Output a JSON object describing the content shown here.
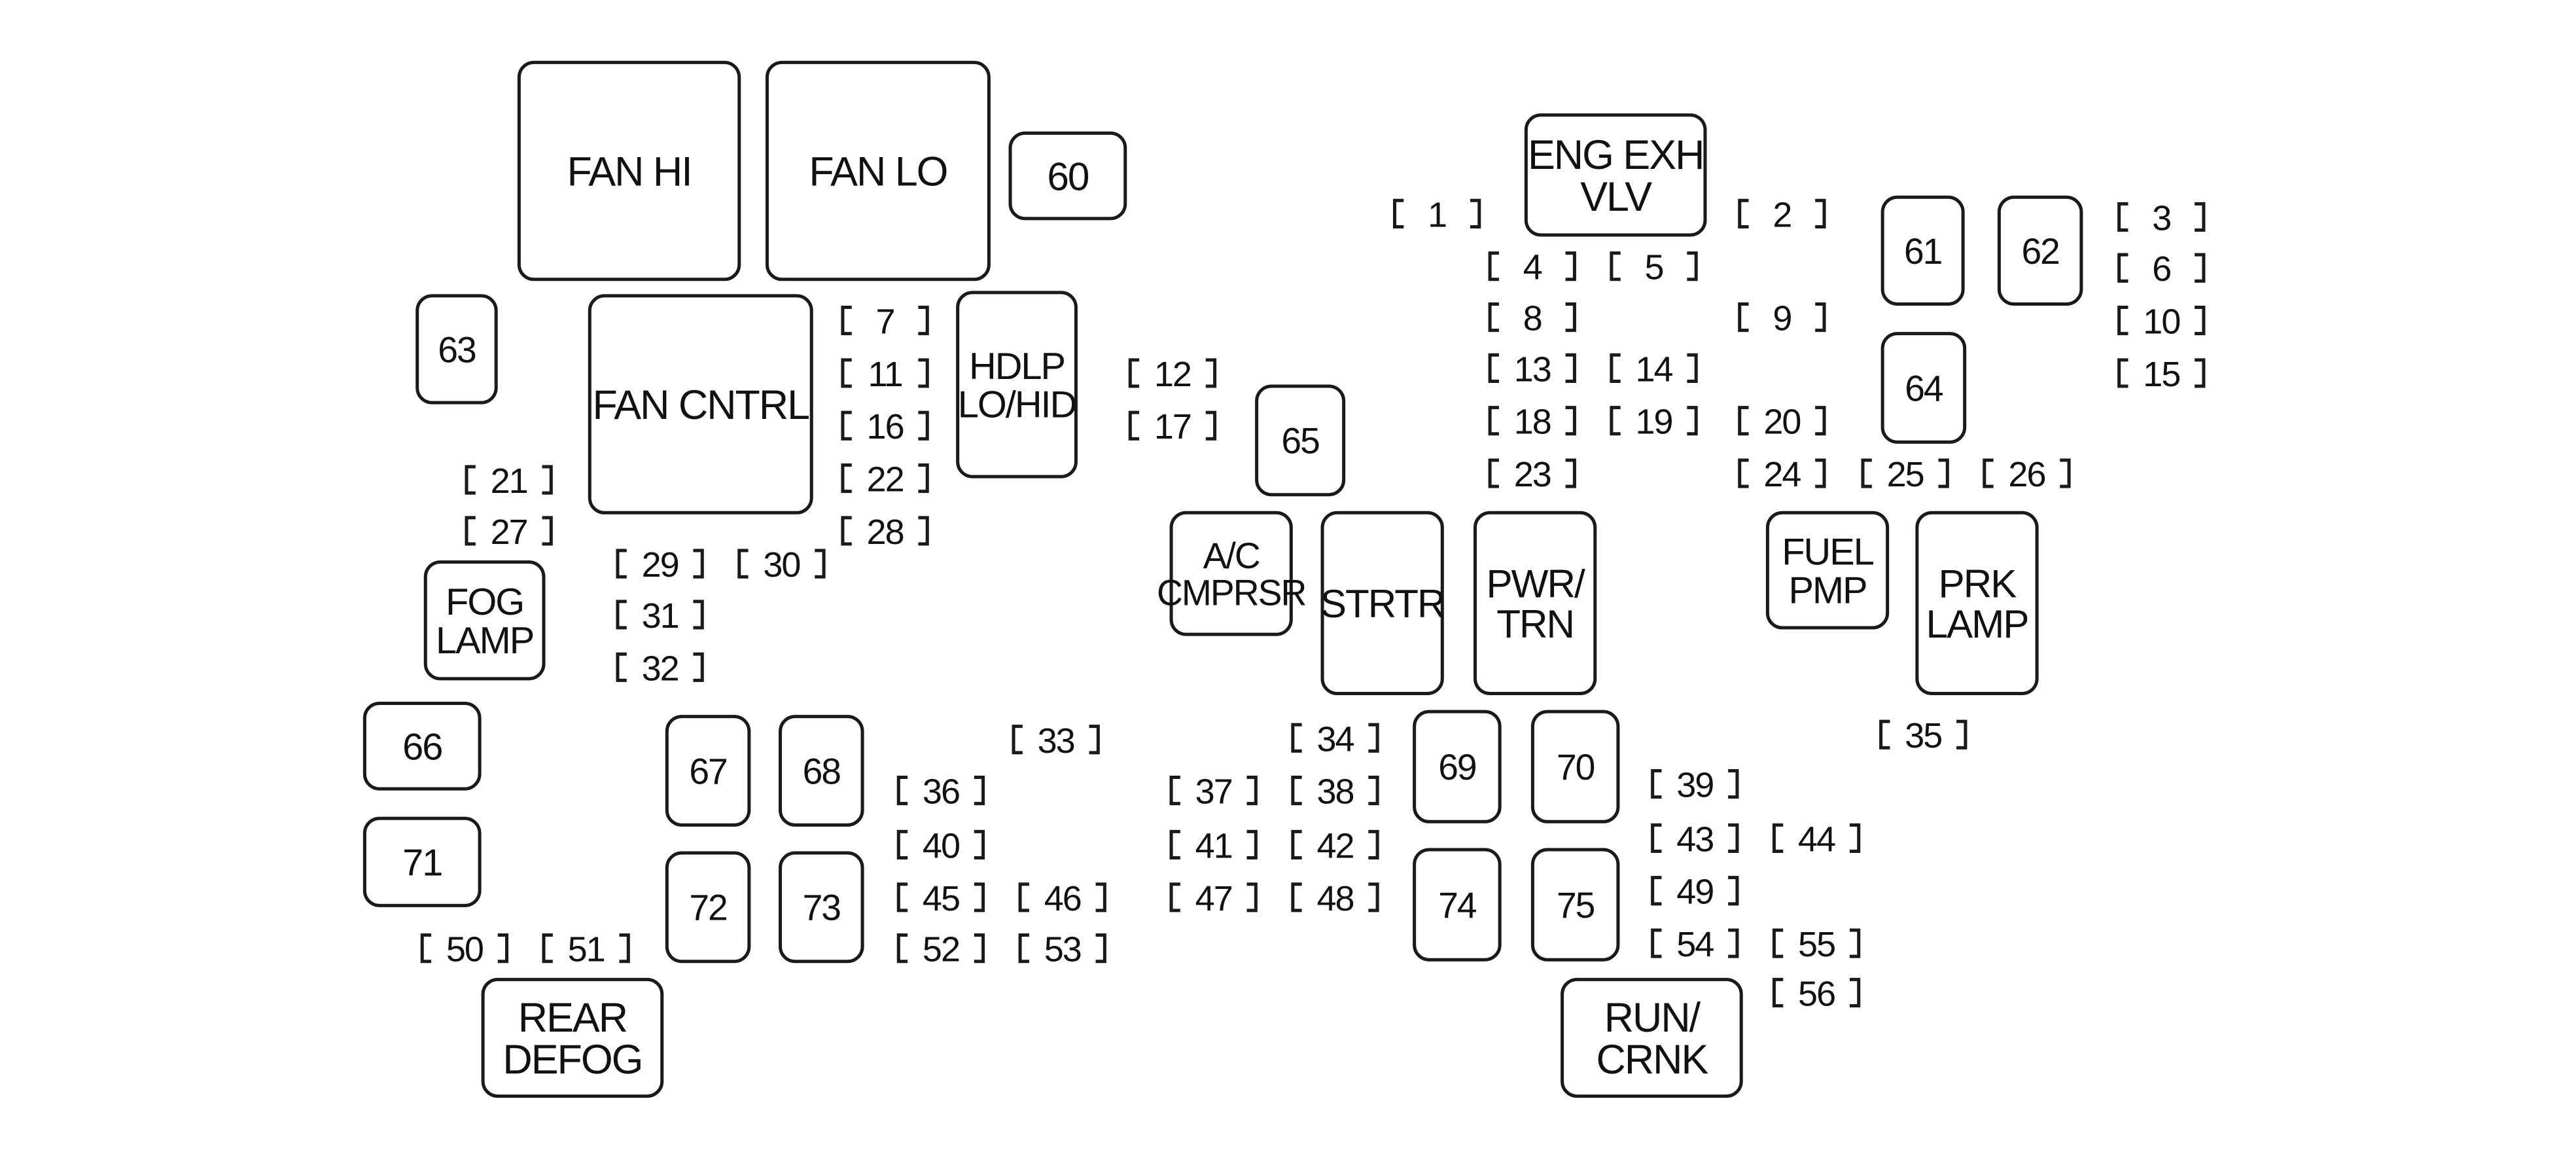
{
  "relays": [
    {
      "id": "fan-hi",
      "lines": [
        "FAN HI"
      ]
    },
    {
      "id": "fan-lo",
      "lines": [
        "FAN LO"
      ]
    },
    {
      "id": "r60",
      "lines": [
        "60"
      ]
    },
    {
      "id": "eng-exh-vlv",
      "lines": [
        "ENG EXH",
        "VLV"
      ]
    },
    {
      "id": "r61",
      "lines": [
        "61"
      ]
    },
    {
      "id": "r62",
      "lines": [
        "62"
      ]
    },
    {
      "id": "r63",
      "lines": [
        "63"
      ]
    },
    {
      "id": "fan-cntrl",
      "lines": [
        "FAN CNTRL"
      ]
    },
    {
      "id": "hdlp-lo-hid",
      "lines": [
        "HDLP",
        "LO/HID"
      ]
    },
    {
      "id": "r64",
      "lines": [
        "64"
      ]
    },
    {
      "id": "r65",
      "lines": [
        "65"
      ]
    },
    {
      "id": "fog-lamp",
      "lines": [
        "FOG",
        "LAMP"
      ]
    },
    {
      "id": "ac-cmprsr",
      "lines": [
        "A/C",
        "CMPRSR"
      ]
    },
    {
      "id": "strtr",
      "lines": [
        "STRTR"
      ]
    },
    {
      "id": "pwr-trn",
      "lines": [
        "PWR/",
        "TRN"
      ]
    },
    {
      "id": "fuel-pmp",
      "lines": [
        "FUEL",
        "PMP"
      ]
    },
    {
      "id": "prk-lamp",
      "lines": [
        "PRK",
        "LAMP"
      ]
    },
    {
      "id": "r66",
      "lines": [
        "66"
      ]
    },
    {
      "id": "r67",
      "lines": [
        "67"
      ]
    },
    {
      "id": "r68",
      "lines": [
        "68"
      ]
    },
    {
      "id": "r69",
      "lines": [
        "69"
      ]
    },
    {
      "id": "r70",
      "lines": [
        "70"
      ]
    },
    {
      "id": "r71",
      "lines": [
        "71"
      ]
    },
    {
      "id": "r72",
      "lines": [
        "72"
      ]
    },
    {
      "id": "r73",
      "lines": [
        "73"
      ]
    },
    {
      "id": "r74",
      "lines": [
        "74"
      ]
    },
    {
      "id": "r75",
      "lines": [
        "75"
      ]
    },
    {
      "id": "rear-defog",
      "lines": [
        "REAR",
        "DEFOG"
      ]
    },
    {
      "id": "run-crnk",
      "lines": [
        "RUN/",
        "CRNK"
      ]
    }
  ],
  "fuses": [
    "1",
    "2",
    "3",
    "4",
    "5",
    "6",
    "7",
    "8",
    "9",
    "10",
    "11",
    "12",
    "13",
    "14",
    "15",
    "16",
    "17",
    "18",
    "19",
    "20",
    "21",
    "22",
    "23",
    "24",
    "25",
    "26",
    "27",
    "28",
    "29",
    "30",
    "31",
    "32",
    "33",
    "34",
    "35",
    "36",
    "37",
    "38",
    "39",
    "40",
    "41",
    "42",
    "43",
    "44",
    "45",
    "46",
    "47",
    "48",
    "49",
    "50",
    "51",
    "52",
    "53",
    "54",
    "55",
    "56"
  ]
}
